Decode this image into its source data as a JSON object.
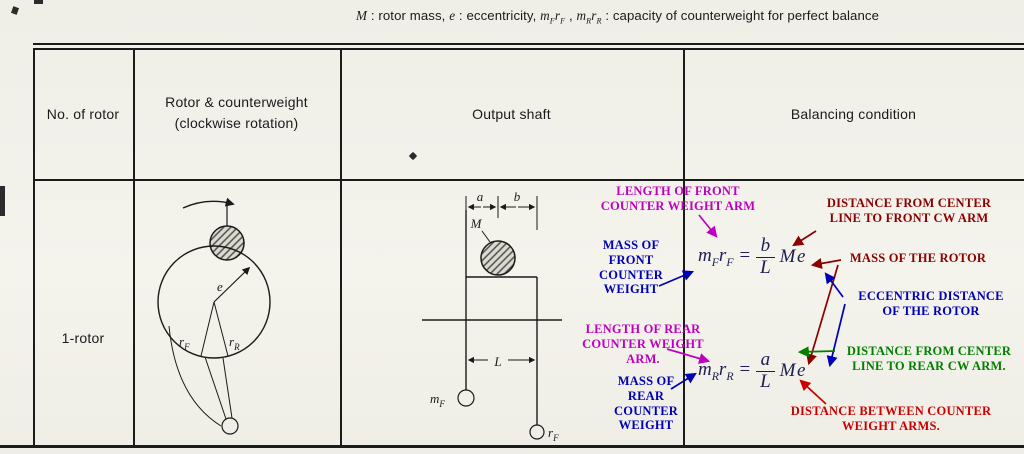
{
  "colors": {
    "ink": "#1a1a1a",
    "formula": "#1d1d52",
    "magenta": "#c000c0",
    "dark_red": "#8b0000",
    "blue": "#0000b4",
    "green": "#008000",
    "red": "#cc0000"
  },
  "note": {
    "parts": [
      {
        "t": "M",
        "i": true
      },
      {
        "t": " : rotor mass,   "
      },
      {
        "t": "e",
        "i": true
      },
      {
        "t": " : eccentricity,   "
      },
      {
        "t": "m",
        "i": true
      },
      {
        "t": "F",
        "i": true,
        "sub": true
      },
      {
        "t": "r",
        "i": true
      },
      {
        "t": "F",
        "i": true,
        "sub": true
      },
      {
        "t": " , "
      },
      {
        "t": "m",
        "i": true
      },
      {
        "t": "R",
        "i": true,
        "sub": true
      },
      {
        "t": "r",
        "i": true
      },
      {
        "t": "R",
        "i": true,
        "sub": true
      },
      {
        "t": " : capacity of counterweight for perfect balance"
      }
    ]
  },
  "table": {
    "headers": {
      "no_of_rotor": "No. of rotor",
      "rotor_counterweight": "Rotor & counterweight\n(clockwise rotation)",
      "output_shaft": "Output shaft",
      "balancing_condition": "Balancing condition"
    },
    "row_label": "1-rotor"
  },
  "glyphs": {
    "a": "a",
    "b": "b",
    "M": "M",
    "L": "L",
    "e": "e",
    "m": "m",
    "r": "r",
    "F": "F",
    "R": "R"
  },
  "balancing": {
    "front_formula": {
      "lhs": [
        {
          "t": "m",
          "i": true
        },
        {
          "t": "F",
          "i": true,
          "sub": true
        },
        {
          "t": "r",
          "i": true
        },
        {
          "t": "F",
          "i": true,
          "sub": true
        },
        {
          "t": " = "
        }
      ],
      "numerator": "b",
      "denominator": "L",
      "rhs": [
        {
          "t": "M",
          "i": true
        },
        {
          "t": "e",
          "i": true
        }
      ]
    },
    "rear_formula": {
      "lhs": [
        {
          "t": "m",
          "i": true
        },
        {
          "t": "R",
          "i": true,
          "sub": true
        },
        {
          "t": "r",
          "i": true
        },
        {
          "t": "R",
          "i": true,
          "sub": true
        },
        {
          "t": " = "
        }
      ],
      "numerator": "a",
      "denominator": "L",
      "rhs": [
        {
          "t": "M",
          "i": true
        },
        {
          "t": "e",
          "i": true
        }
      ]
    },
    "annotations": {
      "front_arm": {
        "text": "LENGTH OF  FRONT\nCOUNTER WEIGHT  ARM",
        "color": "#c000c0"
      },
      "front_distance": {
        "text": "DISTANCE FROM  CENTER\nLINE TO FRONT  CW  ARM",
        "color": "#8b0000"
      },
      "front_mass": {
        "text": "MASS OF\nFRONT\nCOUNTER\nWEIGHT",
        "color": "#0000b4"
      },
      "rotor_mass": {
        "text": "MASS OF THE ROTOR",
        "color": "#8b0000"
      },
      "eccentricity": {
        "text": "ECCENTRIC DISTANCE\nOF THE ROTOR",
        "color": "#0000b4"
      },
      "rear_arm": {
        "text": "LENGTH OF REAR\nCOUNTER WEIGHT\nARM.",
        "color": "#c000c0"
      },
      "rear_distance": {
        "text": "DISTANCE FROM CENTER\nLINE  TO REAR CW ARM.",
        "color": "#008000"
      },
      "rear_mass": {
        "text": "MASS  OF\nREAR\nCOUNTER\nWEIGHT",
        "color": "#0000b4"
      },
      "arms_distance": {
        "text": "DISTANCE BETWEEN COUNTER\nWEIGHT  ARMS.",
        "color": "#cc0000"
      }
    }
  }
}
